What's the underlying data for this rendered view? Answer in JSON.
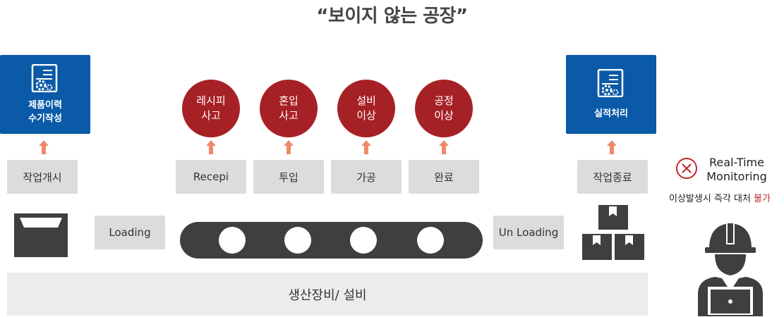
{
  "title": "“보이지 않는 공장”",
  "left_box": {
    "line1": "제품이력",
    "line2": "수기작성",
    "icon": "document-gear-icon"
  },
  "right_box": {
    "label": "실적처리",
    "icon": "document-gear-icon"
  },
  "red_circles": [
    {
      "line1": "레시피",
      "line2": "사고"
    },
    {
      "line1": "혼입",
      "line2": "사고"
    },
    {
      "line1": "설비",
      "line2": "이상"
    },
    {
      "line1": "공정",
      "line2": "이상"
    }
  ],
  "steps": {
    "start": "작업개시",
    "recepi": "Recepi",
    "input": "투입",
    "process": "가공",
    "complete": "완료",
    "end": "작업종료"
  },
  "loading": "Loading",
  "unloading": "Un Loading",
  "floor_label": "생산장비/ 설비",
  "monitoring": {
    "line1": "Real-Time",
    "line2": "Monitoring",
    "sub_text": "이상발생시 즉각 대처 ",
    "sub_highlight": "불가"
  },
  "colors": {
    "blue": "#0a5aa8",
    "red": "#a62125",
    "arrow": "#ee8a6a",
    "gray": "#dcdcdc",
    "dark": "#3f3f3f"
  }
}
